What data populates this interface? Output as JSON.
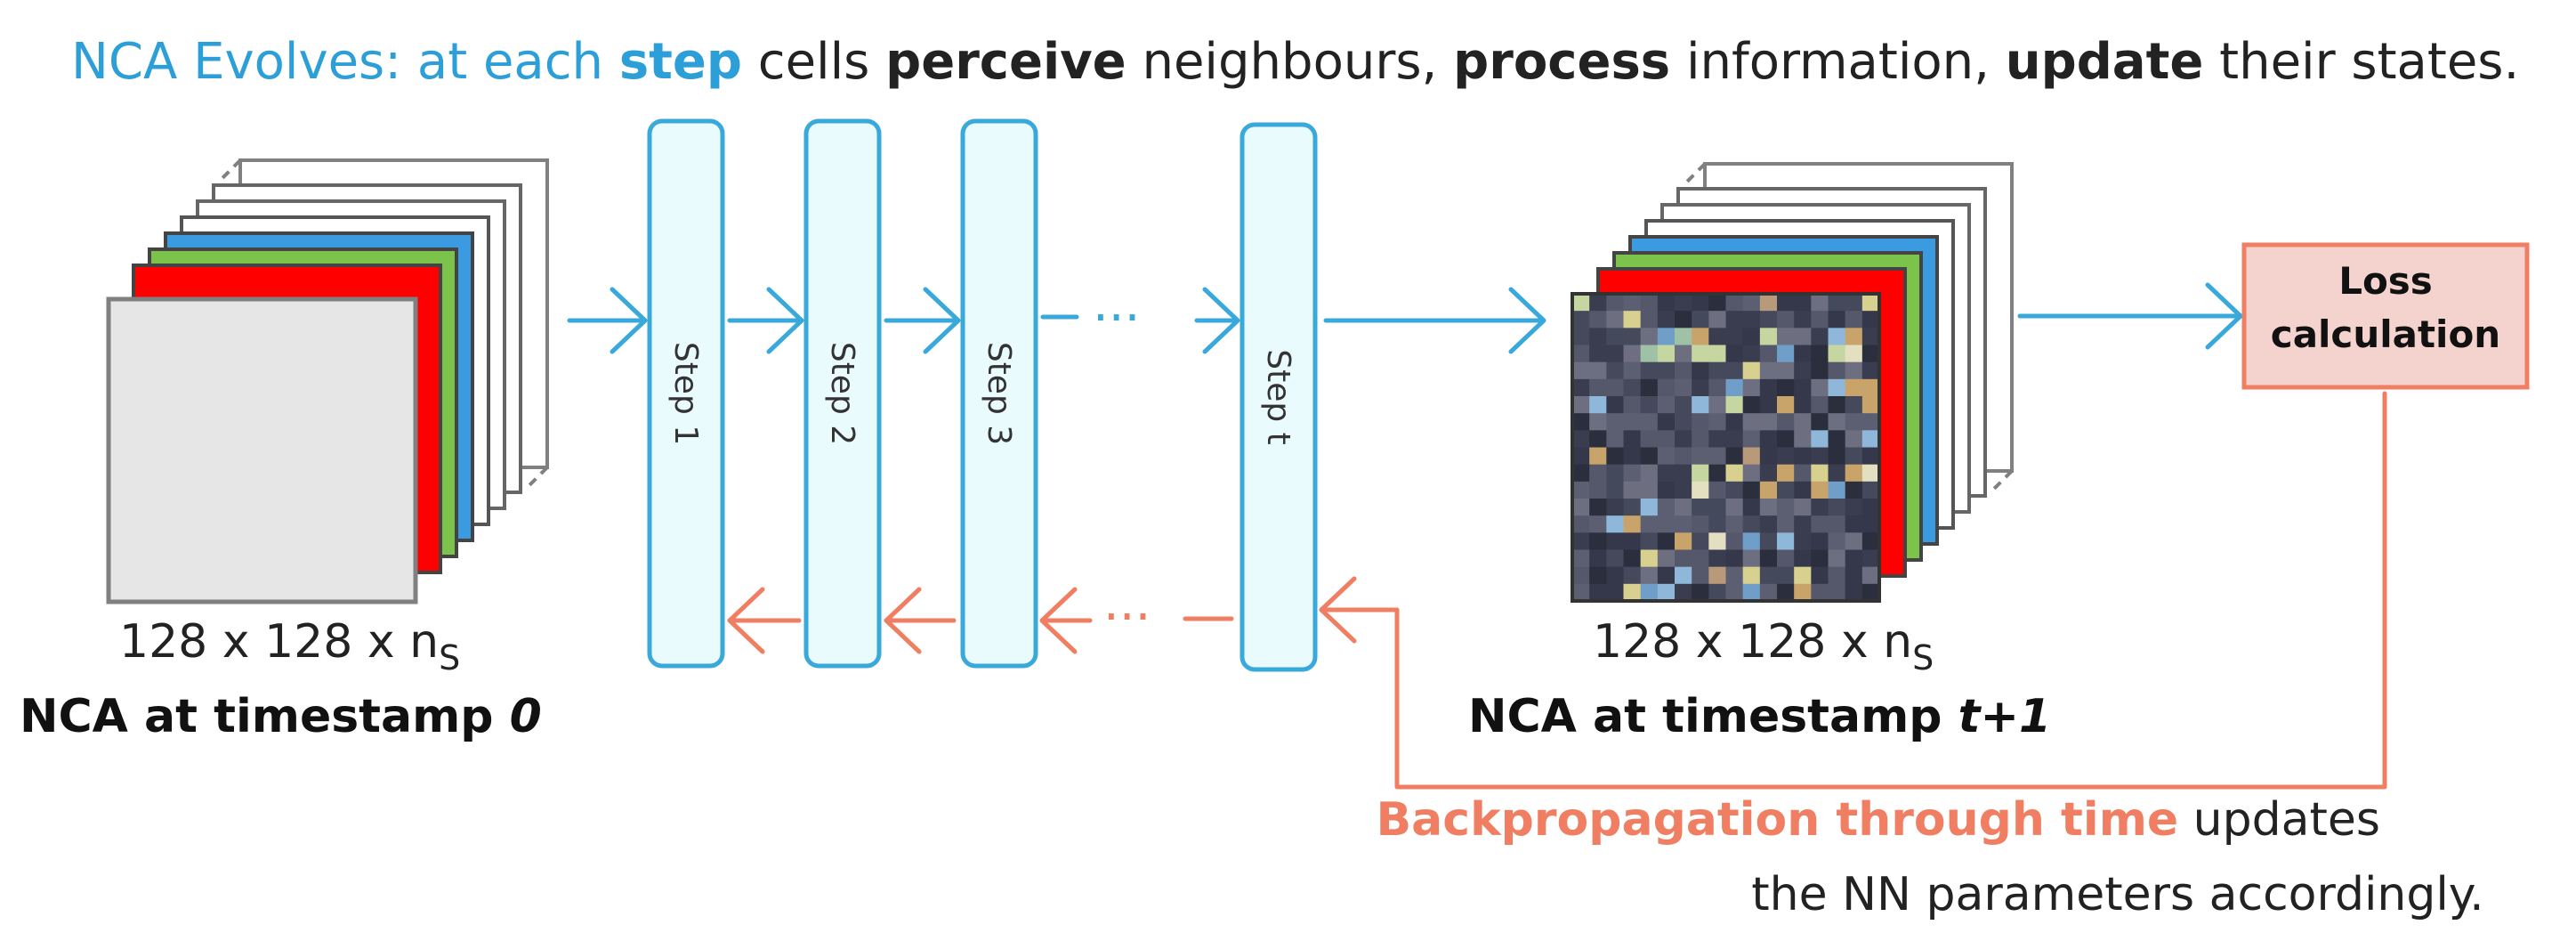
{
  "title": {
    "lead": "NCA Evolves: at each ",
    "step_word": "step",
    "mid1": " cells ",
    "perceive": "perceive",
    "mid2": " neighbours, ",
    "process": "process",
    "mid3": " information, ",
    "update": "update",
    "tail": " their states."
  },
  "left_stack": {
    "dims": "128 x 128 x n",
    "dims_sub": "S",
    "caption_main": "NCA at timestamp ",
    "caption_italic": "0"
  },
  "steps": [
    "Step 1",
    "Step 2",
    "Step 3",
    "Step t"
  ],
  "ellipsis": "···",
  "right_stack": {
    "dims": "128 x 128 x n",
    "dims_sub": "S",
    "caption_main": "NCA at timestamp ",
    "caption_italic": "t+1"
  },
  "loss_box": {
    "line1": "Loss",
    "line2": "calculation"
  },
  "backprop": {
    "bold": "Backpropagation through time",
    "rest1": " updates",
    "line2": "the NN parameters accordingly."
  },
  "colors": {
    "blue": "#39a9db",
    "blue_text": "#2d9fd8",
    "orange": "#f07e62",
    "step_fill": "#e9fbfd",
    "loss_fill": "#f4d3ce",
    "red": "#ff0000",
    "green": "#7cc34c",
    "layer_blue": "#3b9be0",
    "gray_fill": "#e6e6e6",
    "gray_stroke": "#808080",
    "dark_stroke": "#4a4a4a"
  }
}
